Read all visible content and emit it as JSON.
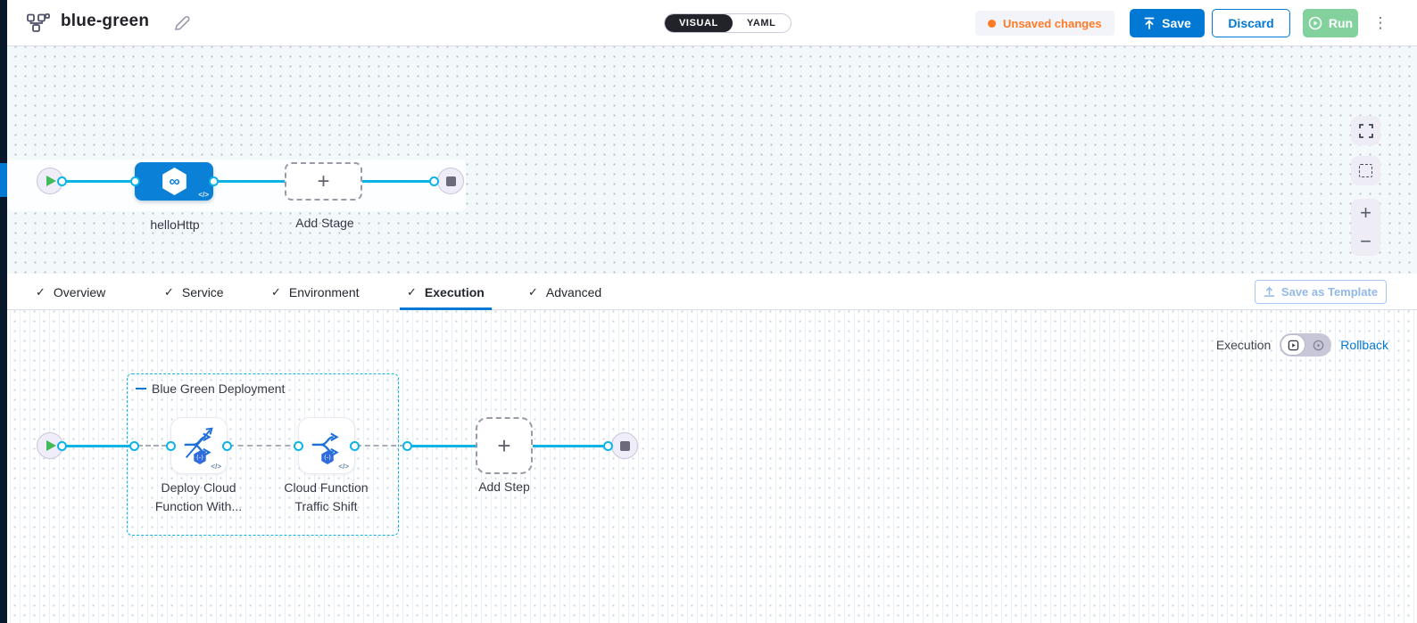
{
  "header": {
    "title": "blue-green",
    "mode_toggle": {
      "visual_label": "VISUAL",
      "yaml_label": "YAML",
      "selected": "VISUAL"
    },
    "unsaved_label": "Unsaved changes",
    "save_label": "Save",
    "discard_label": "Discard",
    "run_label": "Run"
  },
  "stage_canvas": {
    "stage_label": "helloHttp",
    "add_stage_label": "Add Stage"
  },
  "tabs": {
    "items": [
      {
        "label": "Overview"
      },
      {
        "label": "Service"
      },
      {
        "label": "Environment"
      },
      {
        "label": "Execution"
      },
      {
        "label": "Advanced"
      }
    ],
    "active": "Execution",
    "save_as_template_label": "Save as Template"
  },
  "execution_canvas": {
    "mode_label": "Execution",
    "rollback_label": "Rollback",
    "group_label": "Blue Green Deployment",
    "steps": [
      {
        "line1": "Deploy Cloud",
        "line2": "Function With..."
      },
      {
        "line1": "Cloud Function",
        "line2": "Traffic Shift"
      }
    ],
    "add_step_label": "Add Step"
  },
  "icons": {
    "check_glyph": "✓",
    "plus_glyph": "+",
    "minus_glyph": "−",
    "kebab_glyph": "⋮",
    "code_glyph": "</>",
    "infinity_glyph": "∞",
    "fn_badge_glyph": "(-)"
  },
  "colors": {
    "accent_blue": "#0278d5",
    "connector_cyan": "#0bb3e6",
    "unsaved_orange": "#ff7b26",
    "run_green": "#83d29e",
    "play_green": "#42ba57",
    "nav_navy": "#07182b",
    "toggle_dark": "#22222a"
  }
}
